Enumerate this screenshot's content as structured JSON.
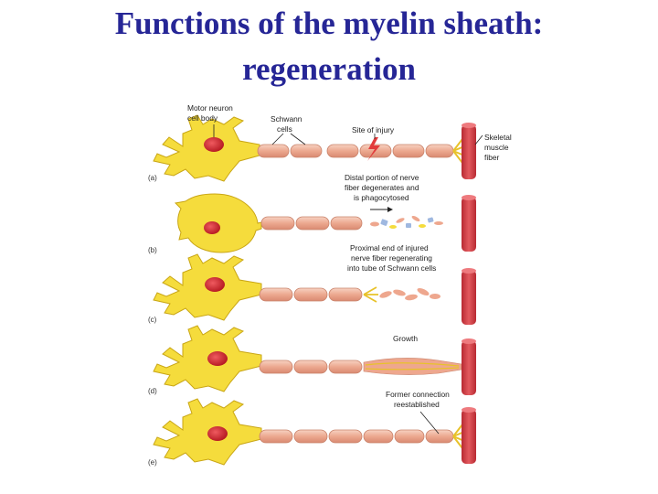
{
  "slide": {
    "title_line1": "Functions of the myelin sheath:",
    "title_line2": "regeneration"
  },
  "figure": {
    "labels": {
      "motor_neuron_1": "Motor neuron",
      "motor_neuron_2": "cell body",
      "schwann_1": "Schwann",
      "schwann_2": "cells",
      "injury": "Site of injury",
      "skeletal_1": "Skeletal",
      "skeletal_2": "muscle",
      "skeletal_3": "fiber",
      "distal_1": "Distal portion of nerve",
      "distal_2": "fiber degenerates and",
      "distal_3": "is phagocytosed",
      "proximal_1": "Proximal end of injured",
      "proximal_2": "nerve fiber regenerating",
      "proximal_3": "into tube of Schwann cells",
      "growth": "Growth",
      "former_1": "Former connection",
      "former_2": "reestablished"
    },
    "panels": [
      "(a)",
      "(b)",
      "(c)",
      "(d)",
      "(e)"
    ]
  },
  "colors": {
    "title": "#262696",
    "neuron_fill": "#f5dc3c",
    "neuron_stroke": "#c9a615",
    "nucleus": "#d6262e",
    "schwann_fill": "#f2b9a2",
    "schwann_stroke": "#c9826a",
    "muscle": "#d9434a"
  }
}
